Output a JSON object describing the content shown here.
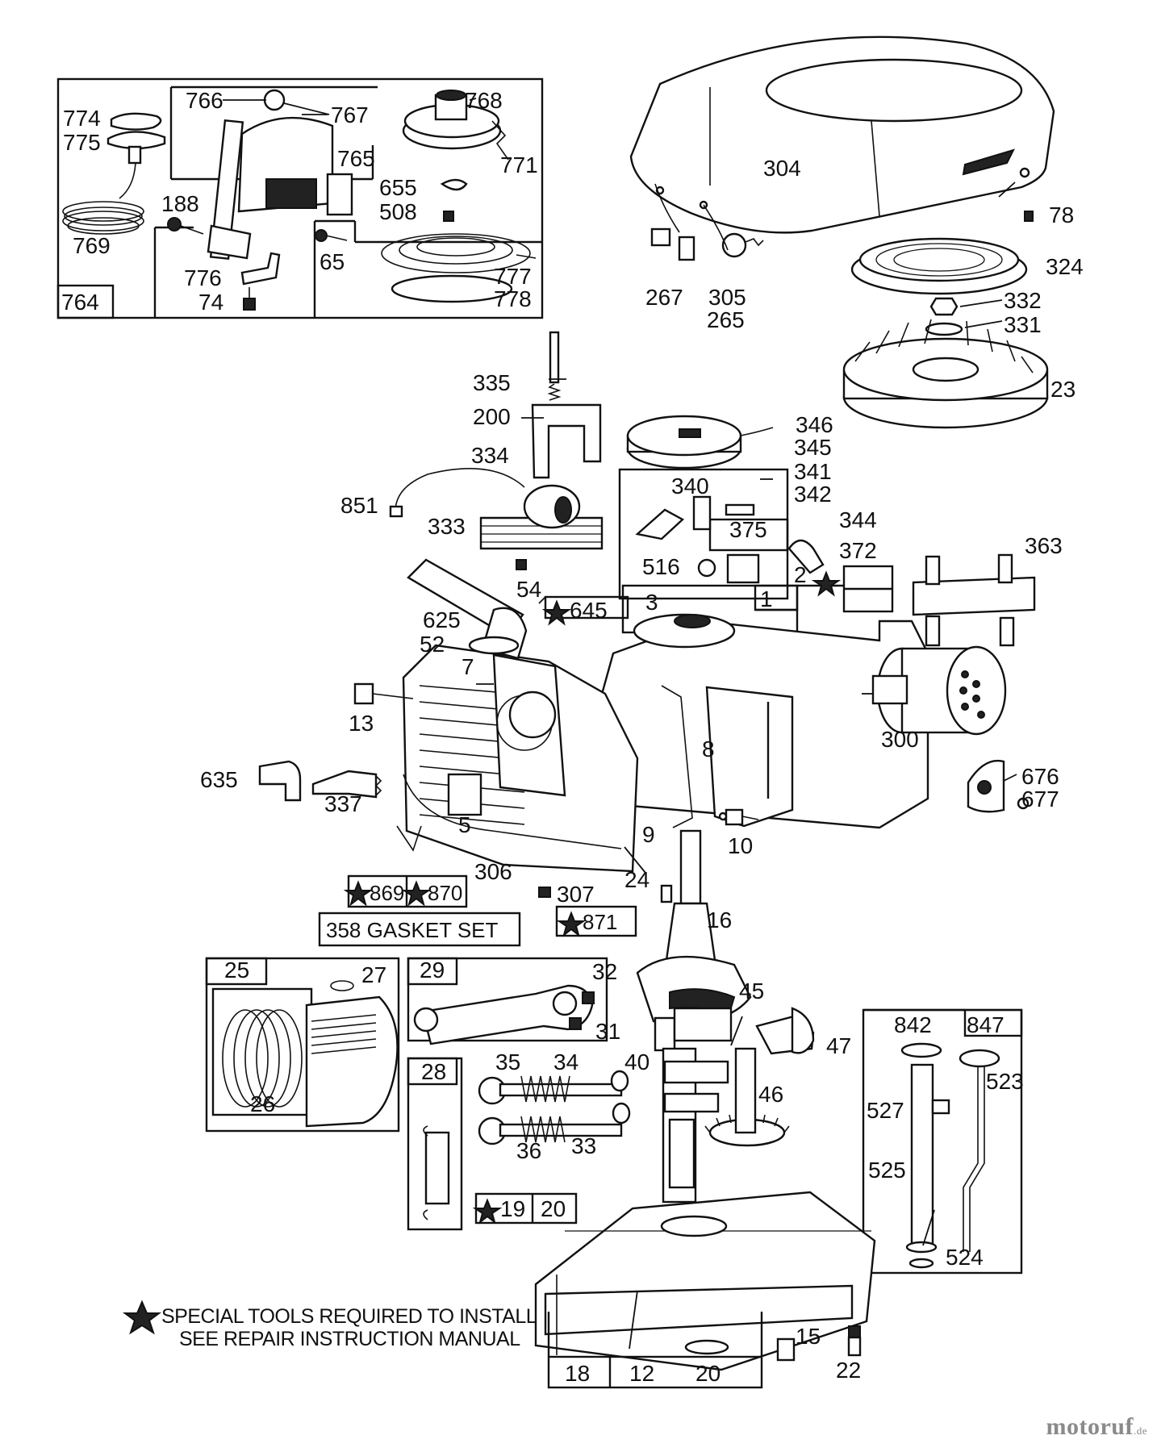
{
  "labels": [
    "774",
    "775",
    "769",
    "766",
    "767",
    "765",
    "768",
    "771",
    "655",
    "508",
    "188",
    "776",
    "74",
    "65",
    "777",
    "778",
    "764",
    "304",
    "78",
    "324",
    "267",
    "305",
    "265",
    "332",
    "331",
    "23",
    "335",
    "200",
    "346",
    "345",
    "334",
    "341",
    "342",
    "340",
    "851",
    "333",
    "344",
    "375",
    "372",
    "516",
    "54",
    "2",
    "3",
    "645",
    "1",
    "625",
    "52",
    "7",
    "363",
    "13",
    "8",
    "300",
    "635",
    "337",
    "5",
    "676",
    "677",
    "9",
    "10",
    "306",
    "24",
    "307",
    "869",
    "870",
    "871",
    "16",
    "25",
    "27",
    "29",
    "32",
    "45",
    "47",
    "31",
    "26",
    "35",
    "34",
    "40",
    "28",
    "842",
    "847",
    "523",
    "33",
    "36",
    "527",
    "46",
    "525",
    "19",
    "20",
    "524",
    "18",
    "12",
    "15",
    "22"
  ],
  "gasket_set": "358 GASKET SET",
  "note_line1": "SPECIAL TOOLS REQUIRED TO INSTALL",
  "note_line2": "SEE REPAIR INSTRUCTION MANUAL",
  "watermark": {
    "brand": "motoruf",
    "tld": ".de"
  },
  "colors": {
    "ink": "#111111",
    "paper": "#ffffff",
    "watermark": "#8a8a8a"
  },
  "icons": [
    "star-icon"
  ]
}
